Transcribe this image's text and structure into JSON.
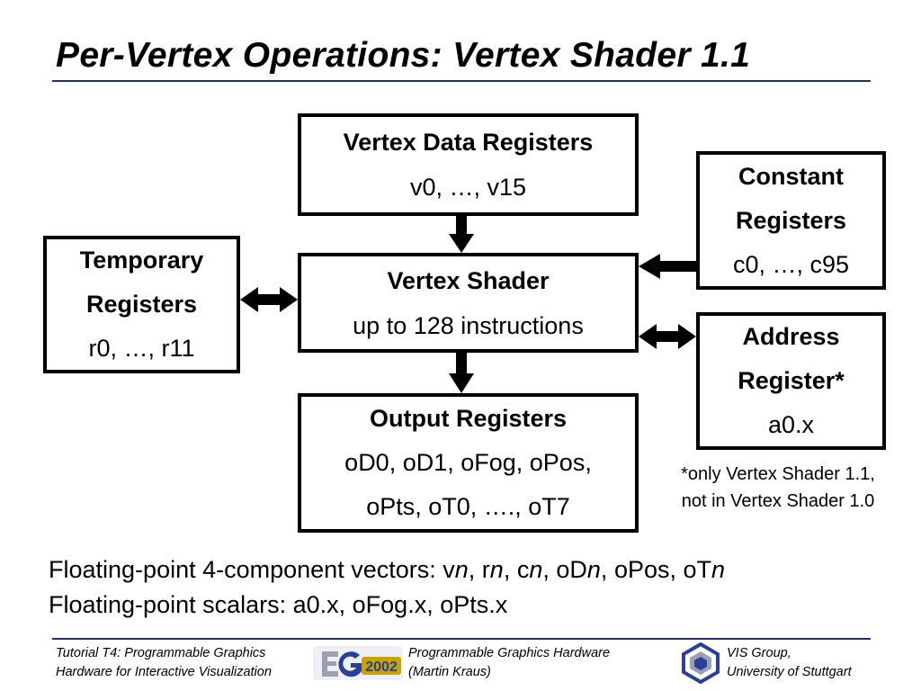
{
  "slide": {
    "title": "Per-Vertex Operations: Vertex Shader 1.1"
  },
  "diagram": {
    "vertex_data": {
      "title": "Vertex Data Registers",
      "value": "v0, …, v15"
    },
    "vertex_shader": {
      "title": "Vertex Shader",
      "value": "up to 128 instructions"
    },
    "output_registers": {
      "title": "Output Registers",
      "line1": "oD0, oD1, oFog, oPos,",
      "line2": "oPts, oT0, …., oT7"
    },
    "temporary": {
      "title1": "Temporary",
      "title2": "Registers",
      "value": "r0, …, r11"
    },
    "constant": {
      "title1": "Constant",
      "title2": "Registers",
      "value": "c0, …, c95"
    },
    "address": {
      "title1": "Address",
      "title2": "Register*",
      "value": "a0.x"
    },
    "footnote": {
      "line1": "*only Vertex Shader 1.1,",
      "line2": "not in Vertex Shader 1.0"
    }
  },
  "bottom_text": {
    "vectors_prefix": "Floating-point 4-component vectors: v",
    "n": "n",
    "sep": ", ",
    "r": "r",
    "c": "c",
    "oD": "oD",
    "oPos": "oPos",
    "oT": "oT",
    "scalars": "Floating-point scalars: a0.x, oFog.x, oPts.x"
  },
  "footer": {
    "left_line1": "Tutorial T4: Programmable Graphics",
    "left_line2": "Hardware for Interactive Visualization",
    "logo_text": "2002",
    "center_line1": "Programmable Graphics Hardware",
    "center_line2": "(Martin Kraus)",
    "right_line1": "VIS Group,",
    "right_line2": "University of Stuttgart"
  },
  "colors": {
    "rule": "#1f2a8a",
    "logo_blue": "#2a3f9a",
    "logo_gold": "#c8a400",
    "logo_grey": "#9aa0b0"
  }
}
